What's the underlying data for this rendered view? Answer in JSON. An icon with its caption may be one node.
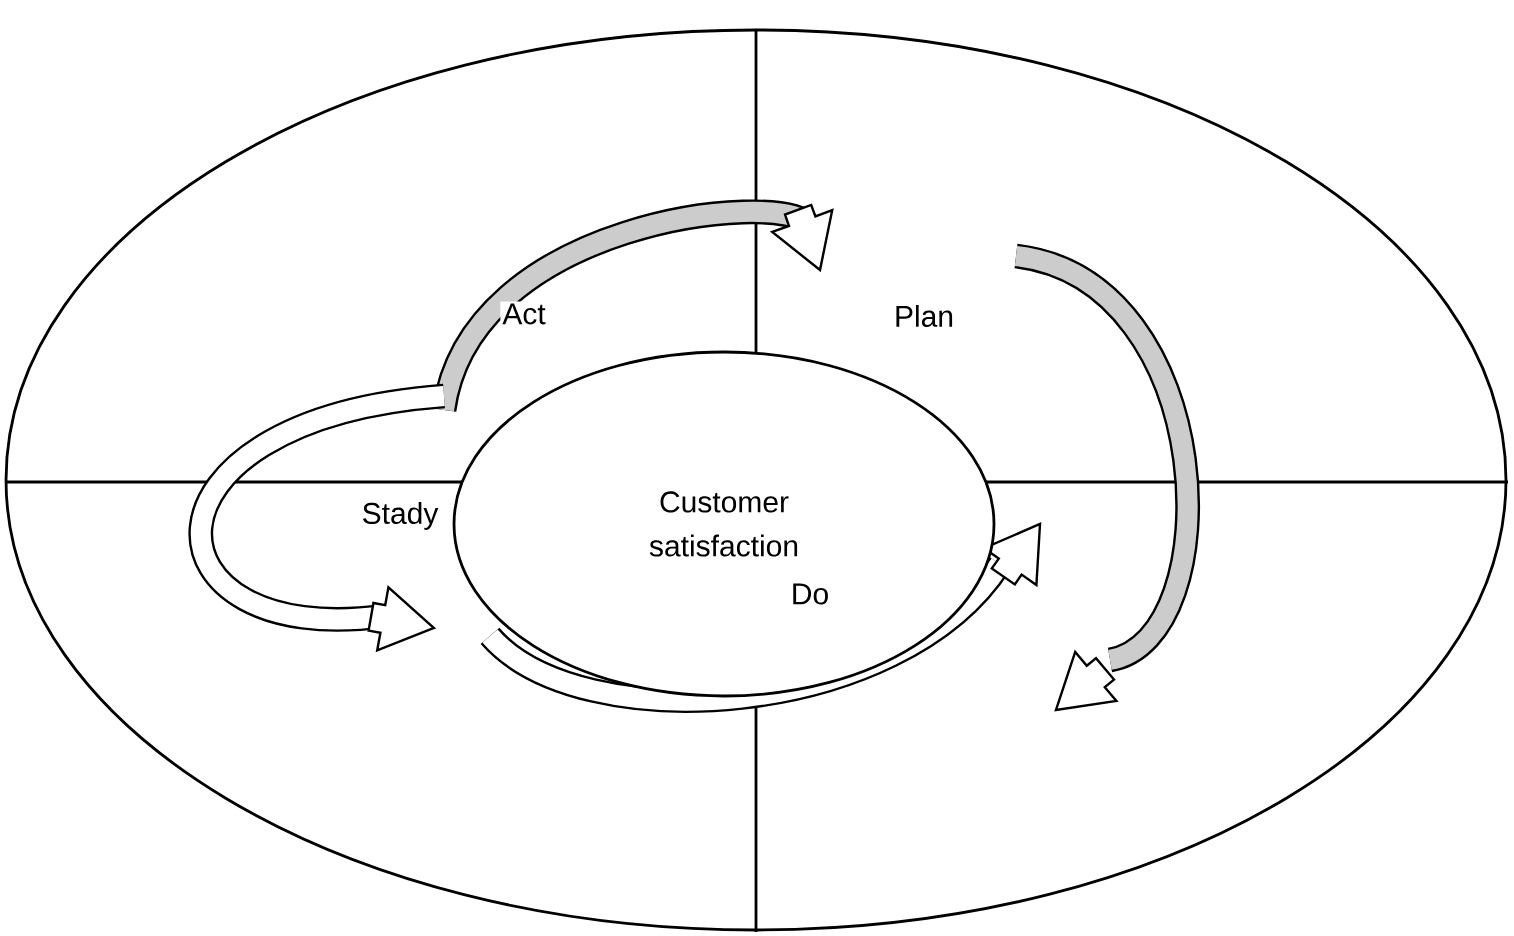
{
  "diagram": {
    "nodes": [
      {
        "text": [
          "Customer satisfaction"
        ]
      }
    ],
    "labels": [
      "Act",
      "Plan",
      "Stady",
      "Do"
    ]
  }
}
